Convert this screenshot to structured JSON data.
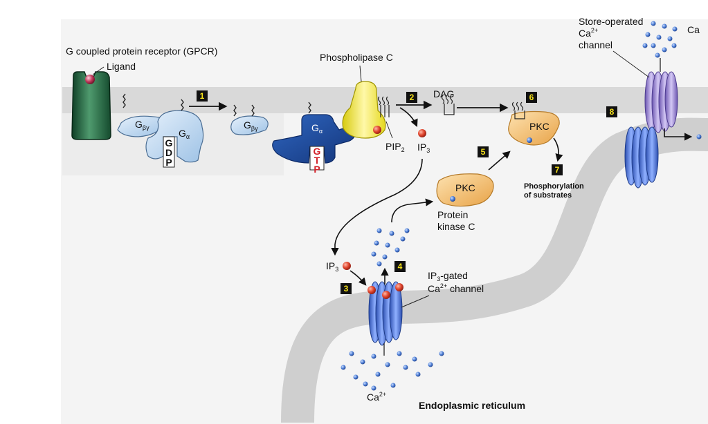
{
  "labels": {
    "gpcr": "G coupled protein receptor (GPCR)",
    "ligand": "Ligand",
    "phospholipase": "Phospholipase C",
    "dag": "DAG",
    "pip": "PIP",
    "pip_sub": "2",
    "ip3": "IP",
    "ip3_sub": "3",
    "pkc": "PKC",
    "protein_kinase_line1": "Protein",
    "protein_kinase_line2": "kinase C",
    "phosphorylation_line1": "Phosphorylation",
    "phosphorylation_line2": "of substrates",
    "ip3_gated_line1_a": "IP",
    "ip3_gated_line1_sub": "3",
    "ip3_gated_line1_b": "-gated",
    "ip3_gated_line2_a": "Ca",
    "ip3_gated_line2_sup": "2+",
    "ip3_gated_line2_b": " channel",
    "store_line1": "Store-operated",
    "store_line2_a": "Ca",
    "store_line2_sup": "2+",
    "store_line3": "channel",
    "ca_top": "Ca",
    "ca": "Ca",
    "ca_sup": "2+",
    "er": "Endoplasmic reticulum",
    "g_beta_gamma": "G",
    "g_bg_sub": "βγ",
    "g_alpha": "G",
    "g_a_sub": "α",
    "gdp": [
      "G",
      "D",
      "P"
    ],
    "gtp": [
      "G",
      "T",
      "P"
    ]
  },
  "steps": [
    "1",
    "2",
    "3",
    "4",
    "5",
    "6",
    "7",
    "8"
  ],
  "colors": {
    "membrane": "#d6d6d6",
    "receptor": "#1e5e3c",
    "g_light": "#b9d6ee",
    "g_dark": "#1f4fa0",
    "plc": "#f4ea3a",
    "pkc": "#f2b95a",
    "channel_blue": "#4f76d8",
    "channel_purple": "#9a83d4",
    "ip3_red": "#d9432b",
    "ca_blue": "#3f6fc8",
    "gtp_red": "#d2222a",
    "step_box": "#111111",
    "step_text": "#f7e21a"
  }
}
